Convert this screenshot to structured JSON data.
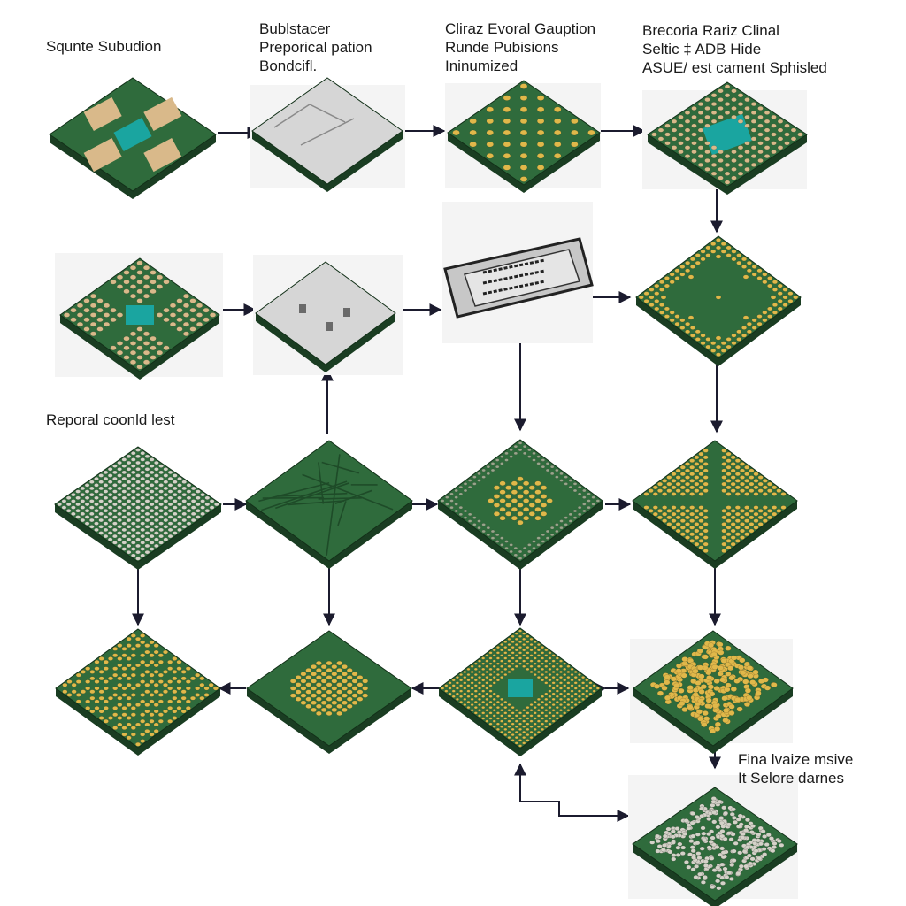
{
  "labels": {
    "l1": [
      "Squnte Subudion"
    ],
    "l2": [
      "Bublstacer",
      "Preporical pation",
      "Bondcifl."
    ],
    "l3": [
      "Cliraz Evoral Gauption",
      "Runde Pubisions",
      "Ininumized"
    ],
    "l4": [
      "Brecoria Rariz Clinal",
      "Seltic ‡ ADB Hide",
      "ASUE/ est cament Sphisled"
    ],
    "l5": [
      "Reporal coonld lest"
    ],
    "l6": [
      "Fina lvaize msive",
      "It Selore darnes"
    ]
  },
  "colors": {
    "pcb": "#2f6b3c",
    "pcb_side": "#1a3d22",
    "gold": "#e0b84a",
    "silver": "#d4d2c8",
    "die": "#1aa5a0",
    "pad": "#d9b98a",
    "gray": "#cfcfcf",
    "arrow": "#1b1b2e"
  },
  "nodes": [
    {
      "id": "cross-pad-chip",
      "kind": "cross"
    },
    {
      "id": "bare-wafer",
      "kind": "gray"
    },
    {
      "id": "bump-array-board",
      "kind": "dots"
    },
    {
      "id": "wirebond-die",
      "kind": "wirebond"
    },
    {
      "id": "quad-cluster-chip",
      "kind": "quad"
    },
    {
      "id": "probe-board",
      "kind": "probe"
    },
    {
      "id": "lidded-package",
      "kind": "lidded"
    },
    {
      "id": "perimeter-ball-package",
      "kind": "perimeter"
    },
    {
      "id": "silver-grid-bga",
      "kind": "silver-grid"
    },
    {
      "id": "trace-board",
      "kind": "trace"
    },
    {
      "id": "gold-center-bga",
      "kind": "gold-center"
    },
    {
      "id": "gold-pattern-bga",
      "kind": "gold-pattern"
    },
    {
      "id": "gold-scatter-bga",
      "kind": "gold-scatter"
    },
    {
      "id": "gold-oval-bga",
      "kind": "gold-oval"
    },
    {
      "id": "cross-die-bga",
      "kind": "cross-die"
    },
    {
      "id": "gold-heap-bga",
      "kind": "gold-heap"
    },
    {
      "id": "final-silver-bga",
      "kind": "silver-scatter"
    }
  ]
}
